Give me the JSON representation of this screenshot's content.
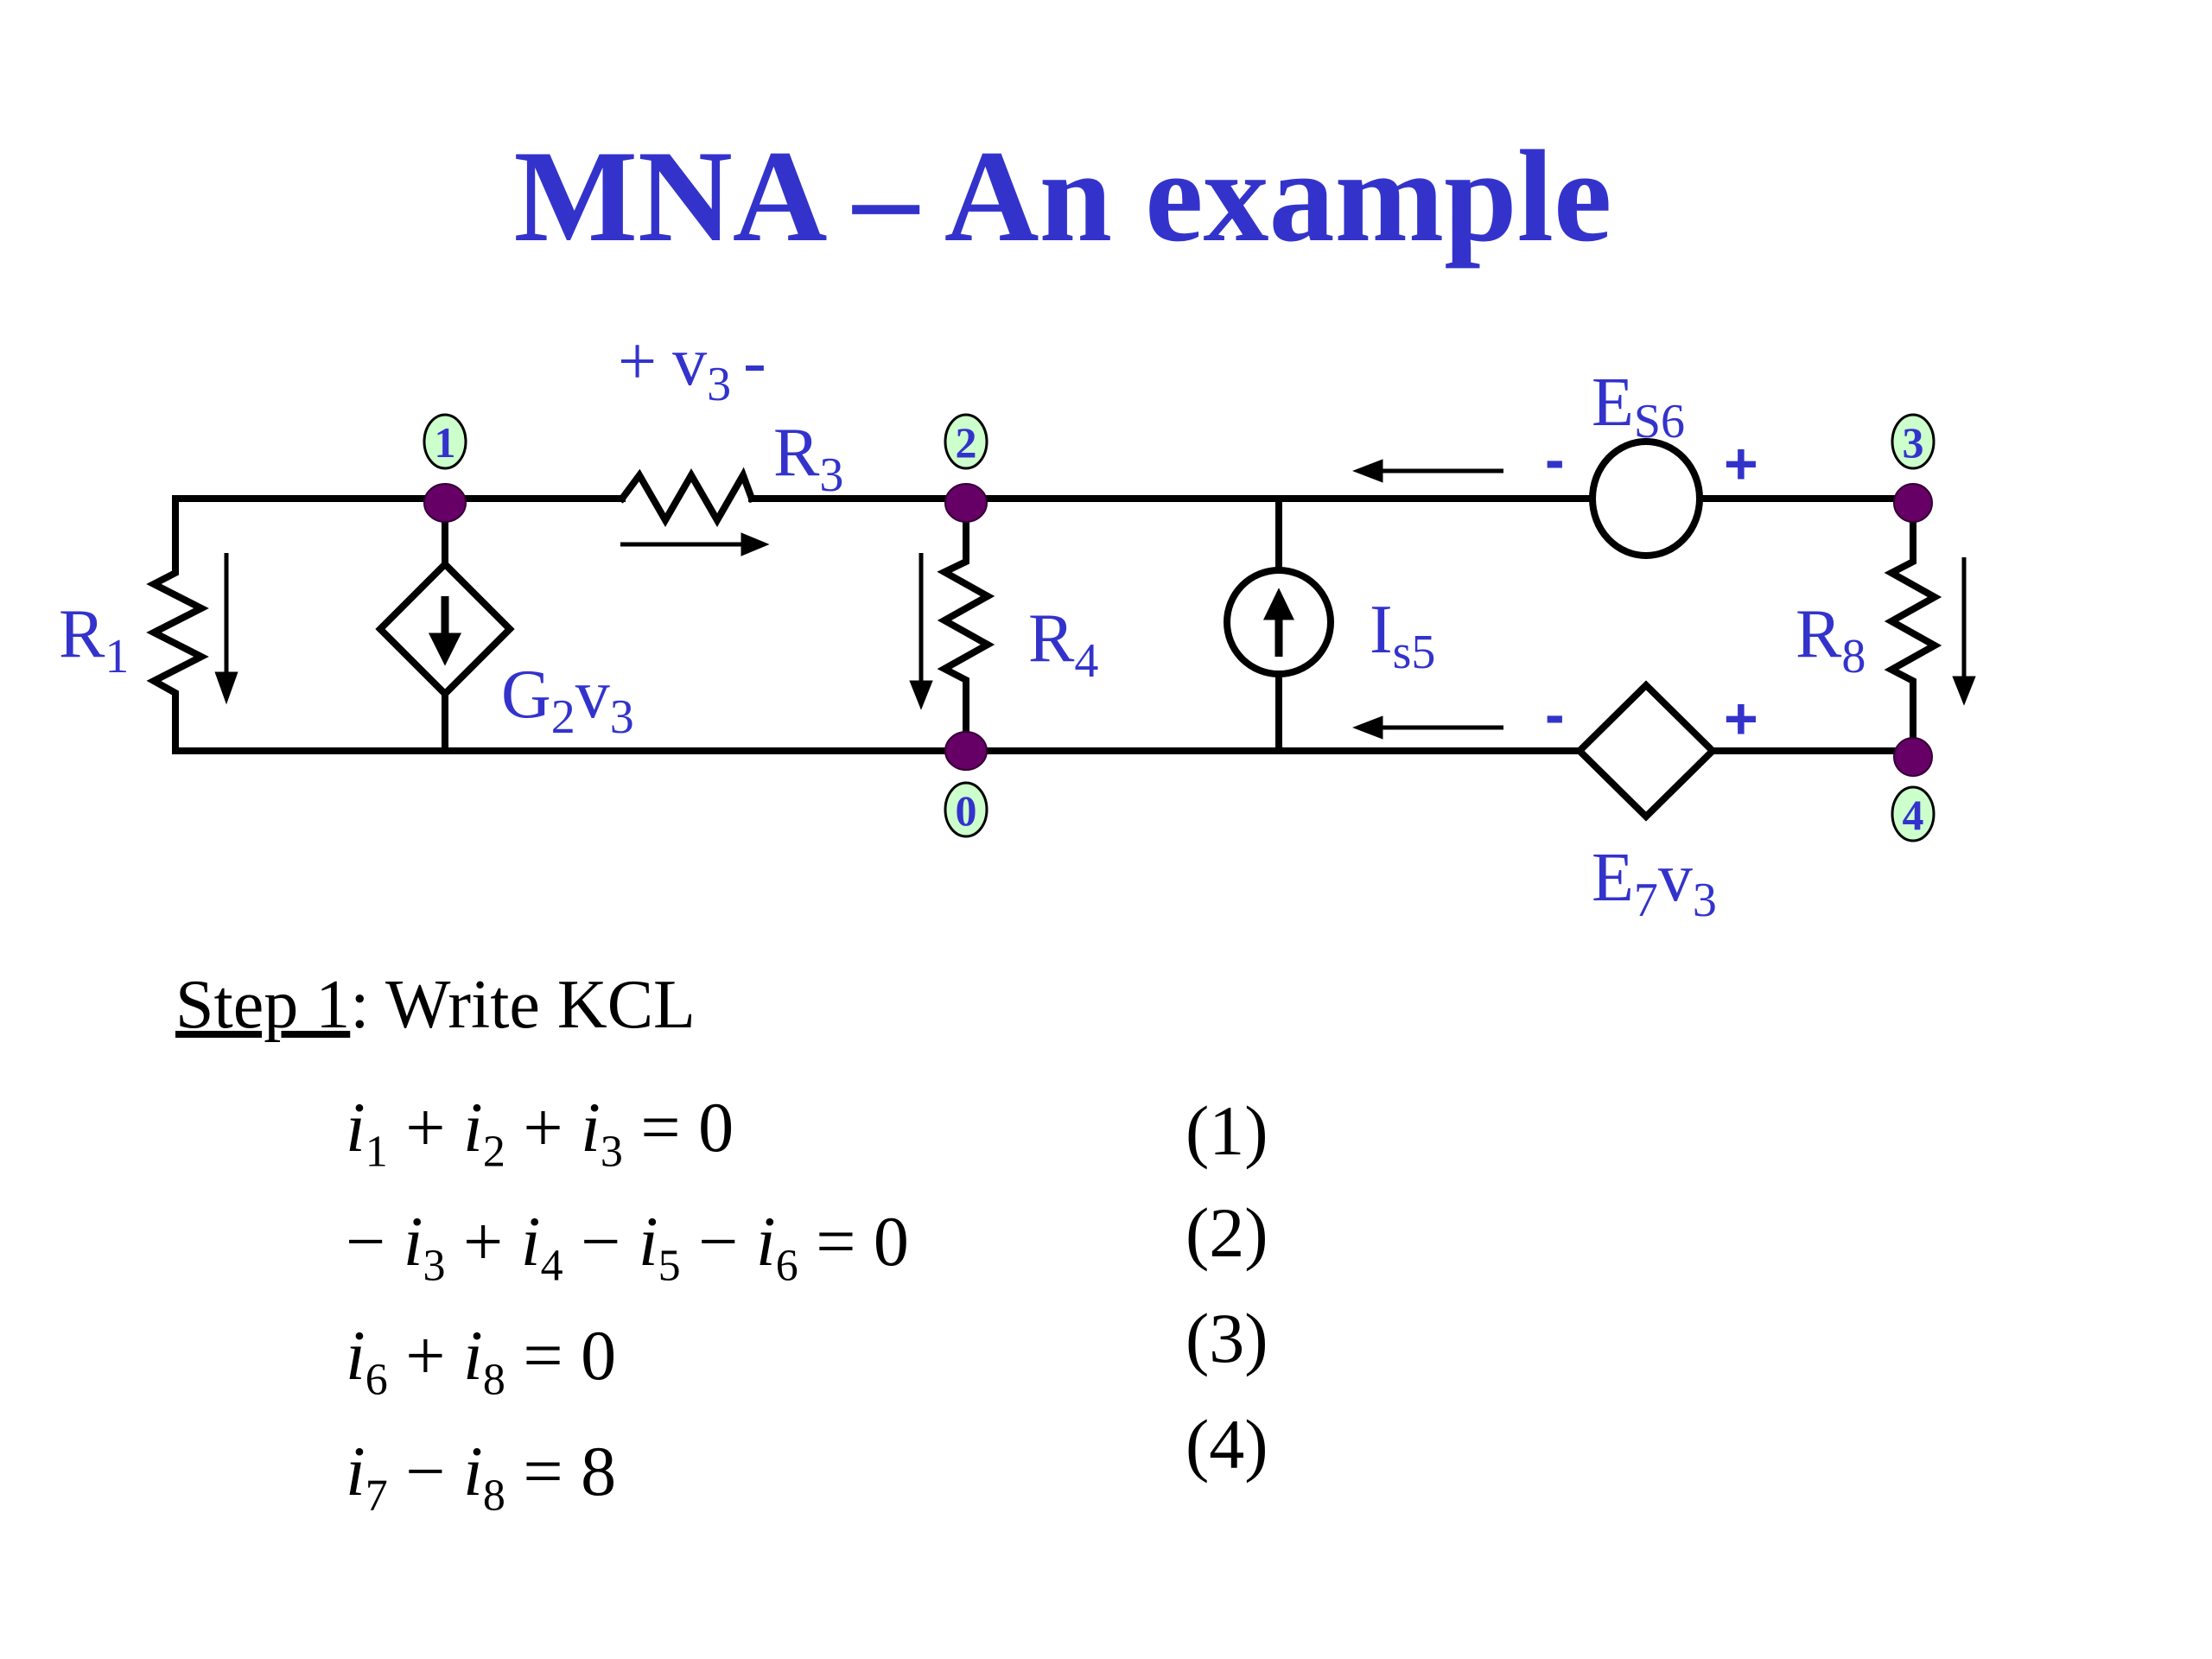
{
  "title": "MNA – An example",
  "circuit": {
    "nodes": [
      {
        "id": "1",
        "label": "1"
      },
      {
        "id": "2",
        "label": "2"
      },
      {
        "id": "3",
        "label": "3"
      },
      {
        "id": "4",
        "label": "4"
      },
      {
        "id": "0",
        "label": "0"
      }
    ],
    "components": {
      "R1": {
        "name": "R",
        "sub": "1"
      },
      "G2v3": {
        "name": "G",
        "sub": "2",
        "var": "v",
        "var_sub": "3"
      },
      "R3": {
        "name": "R",
        "sub": "3"
      },
      "v3_label": {
        "plus": "+",
        "name": "v",
        "sub": "3",
        "minus": "-"
      },
      "R4": {
        "name": "R",
        "sub": "4"
      },
      "Is5": {
        "name": "I",
        "sub": "s5"
      },
      "Es6": {
        "name": "E",
        "sub": "S6",
        "minus": "-",
        "plus": "+"
      },
      "E7v3": {
        "name": "E",
        "sub": "7",
        "var": "v",
        "var_sub": "3",
        "minus": "-",
        "plus": "+"
      },
      "R8": {
        "name": "R",
        "sub": "8"
      }
    },
    "colors": {
      "wire": "#000000",
      "node_dot": "#660066",
      "node_label_bg": "#ccffcc",
      "label": "#3333cc"
    }
  },
  "step": {
    "prefix": "Step 1",
    "text": ": Write KCL"
  },
  "equations": [
    {
      "number": "(1)"
    },
    {
      "number": "(2)"
    },
    {
      "number": "(3)"
    },
    {
      "number": "(4)"
    }
  ],
  "eq_text": {
    "e1": {
      "rhs": "= 0"
    },
    "e2": {
      "rhs": "= 0"
    },
    "e3": {
      "rhs": "= 0"
    },
    "e4": {
      "rhs": "= 8"
    }
  }
}
